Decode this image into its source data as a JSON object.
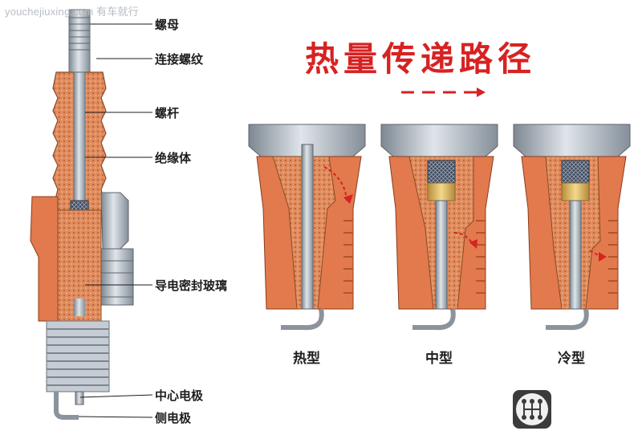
{
  "watermark": "youchejiuxing.com 有车就行",
  "title": "热量传递路径",
  "callouts": {
    "nut": "螺母",
    "thread": "连接螺纹",
    "screw": "螺杆",
    "insulator": "绝缘体",
    "seal": "导电密封玻璃",
    "center_electrode": "中心电极",
    "side_electrode": "侧电极"
  },
  "types": {
    "hot": "热型",
    "medium": "中型",
    "cold": "冷型"
  },
  "colors": {
    "title": "#d72222",
    "insulator": "#d98a5a",
    "metal": "#aab2bb",
    "heat_arrow": "#d72222"
  }
}
